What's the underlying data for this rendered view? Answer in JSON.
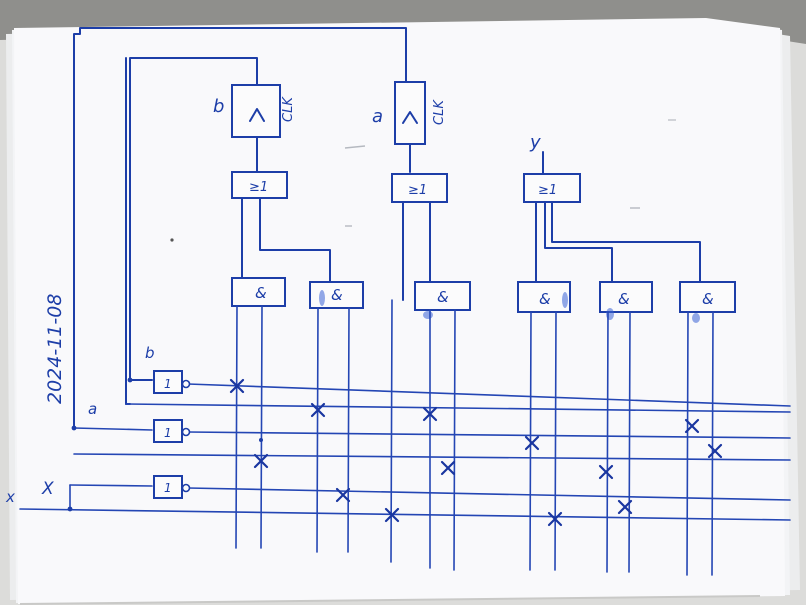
{
  "date_note": "2024-11-08",
  "flipflops": [
    {
      "id": "ff-b",
      "state_label": "b",
      "clock_label": "CLK"
    },
    {
      "id": "ff-a",
      "state_label": "a",
      "clock_label": "CLK"
    }
  ],
  "output_label": "y",
  "or_gates": [
    {
      "id": "or-b",
      "label": "≥1"
    },
    {
      "id": "or-a",
      "label": "≥1"
    },
    {
      "id": "or-y",
      "label": "≥1"
    }
  ],
  "and_gates": [
    {
      "id": "and-1",
      "label": "&"
    },
    {
      "id": "and-2",
      "label": "&"
    },
    {
      "id": "and-3",
      "label": "&"
    },
    {
      "id": "and-4",
      "label": "&"
    },
    {
      "id": "and-5",
      "label": "&"
    },
    {
      "id": "and-6",
      "label": "&"
    }
  ],
  "not_gates": [
    {
      "id": "not-b",
      "label": "1"
    },
    {
      "id": "not-a",
      "label": "1"
    },
    {
      "id": "not-x",
      "label": "1"
    }
  ],
  "bus_labels": {
    "b": "b",
    "a": "a",
    "x_upper": "X",
    "x_input": "x"
  },
  "colors": {
    "ink": "#1d3ea8",
    "paper": "#fbfbfc",
    "background": "#8f8f8c"
  }
}
